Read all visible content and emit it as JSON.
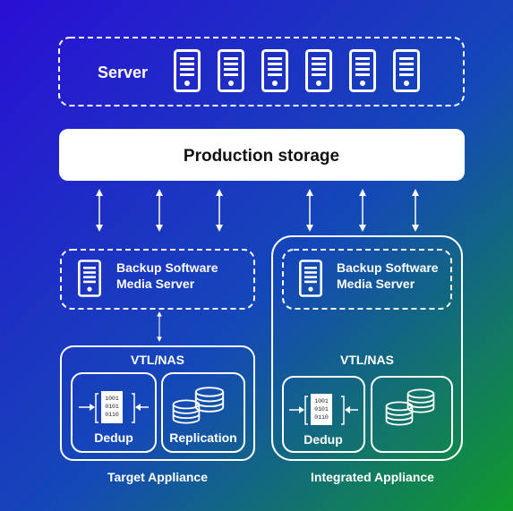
{
  "colors": {
    "gradient_start": "#2a0fd4",
    "gradient_mid": "#1448b8",
    "gradient_end": "#109a2a",
    "foreground": "#ffffff",
    "storage_text": "#111111"
  },
  "server": {
    "label": "Server",
    "icon": "server-tower-icon"
  },
  "production": {
    "label": "Production storage"
  },
  "left": {
    "backup_line1": "Backup Software",
    "backup_line2": "Media Server",
    "vtl_label": "VTL/NAS",
    "dedup_label": "Dedup",
    "replication_label": "Replication",
    "caption": "Target Appliance",
    "binary": [
      "1001",
      "0101",
      "0110"
    ]
  },
  "right": {
    "backup_line1": "Backup Software",
    "backup_line2": "Media Server",
    "vtl_label": "VTL/NAS",
    "dedup_label": "Dedup",
    "caption": "Integrated Appliance",
    "binary": [
      "1001",
      "0101",
      "0110"
    ]
  }
}
